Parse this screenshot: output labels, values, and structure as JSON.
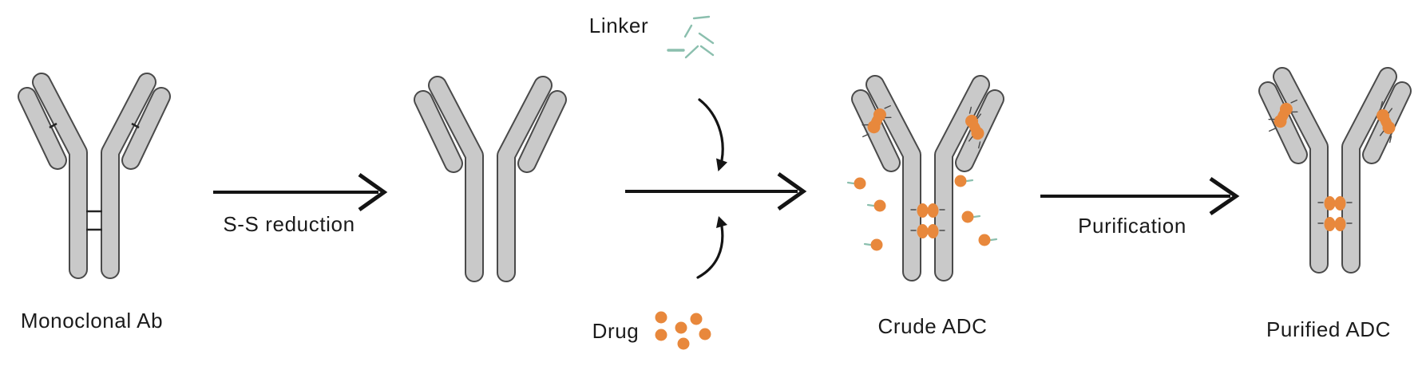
{
  "colors": {
    "antibody-fill": "#c9c9c9",
    "antibody-outline": "#4a4a4a",
    "drug-orange": "#e8883c",
    "linker-teal": "#8bbfae",
    "ink": "#141414"
  },
  "stages": {
    "monoclonal": {
      "label": "Monoclonal Ab"
    },
    "crude": {
      "label": "Crude ADC"
    },
    "purified": {
      "label": "Purified ADC"
    }
  },
  "steps": {
    "reduction": {
      "label": "S-S reduction"
    },
    "conjugation": {
      "linker_label": "Linker",
      "drug_label": "Drug"
    },
    "purification": {
      "label": "Purification"
    }
  }
}
